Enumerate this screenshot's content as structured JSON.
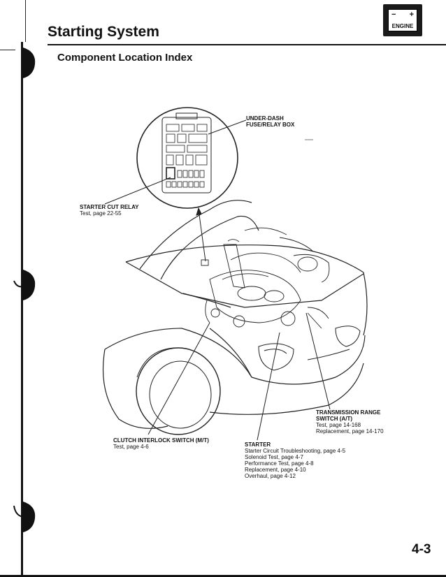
{
  "header": {
    "title": "Starting System",
    "subtitle": "Component Location Index",
    "badge_plus": "+",
    "badge_minus": "−",
    "badge_text": "ENGINE"
  },
  "callouts": {
    "fuse_box": {
      "line1": "UNDER-DASH",
      "line2": "FUSE/RELAY BOX"
    },
    "starter_cut_relay": {
      "name": "STARTER CUT RELAY",
      "text": "Test, page 22-55"
    },
    "transmission_range": {
      "line1": "TRANSMISSION RANGE",
      "line2": "SWITCH (A/T)",
      "test": "Test, page 14-168",
      "replacement": "Replacement, page 14-170"
    },
    "clutch_interlock": {
      "name": "CLUTCH INTERLOCK SWITCH (M/T)",
      "text": "Test, page 4-6"
    },
    "starter": {
      "name": "STARTER",
      "lines": [
        "Starter Circuit Troubleshooting, page 4-5",
        "Solenoid Test, page 4-7",
        "Performance Test, page 4-8",
        "Replacement, page 4-10",
        "Overhaul, page 4-12"
      ]
    }
  },
  "footer": {
    "page_number": "4-3"
  }
}
